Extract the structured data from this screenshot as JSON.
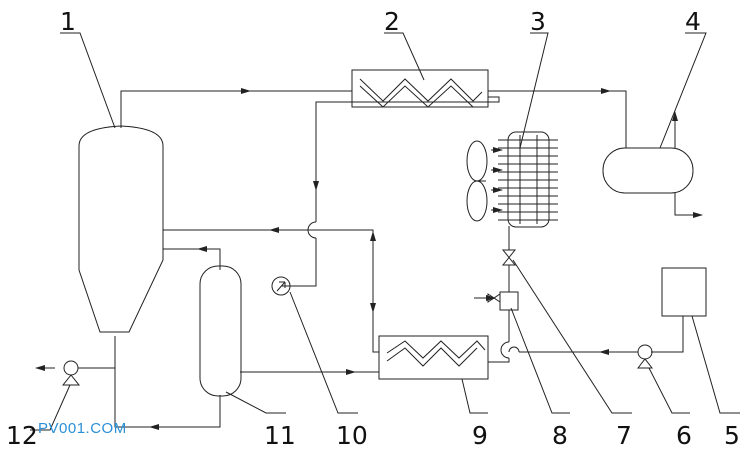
{
  "diagram": {
    "labels": {
      "l1": "1",
      "l2": "2",
      "l3": "3",
      "l4": "4",
      "l5": "5",
      "l6": "6",
      "l7": "7",
      "l8": "8",
      "l9": "9",
      "l10": "10",
      "l11": "11",
      "l12": "12"
    },
    "watermark": "PV001.COM",
    "colors": {
      "line": "#222222",
      "watermark": "#2a8fd6",
      "background": "#ffffff"
    }
  }
}
